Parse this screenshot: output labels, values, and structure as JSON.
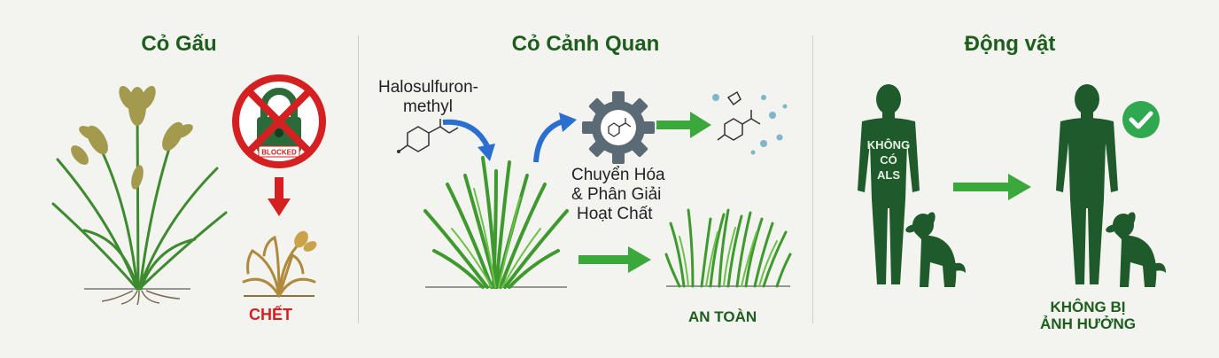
{
  "panels": {
    "weed": {
      "title": "Cỏ Gấu",
      "blocked_label": "BLOCKED",
      "result_label": "CHẾT"
    },
    "turf": {
      "title": "Cỏ Cảnh Quan",
      "chemical_line1": "Halosulfuron-",
      "chemical_line2": "methyl",
      "process_line1": "Chuyển Hóa",
      "process_line2": "& Phân Giải",
      "process_line3": "Hoạt Chất",
      "result_label": "AN TOÀN"
    },
    "animal": {
      "title": "Động vật",
      "body_line1": "KHÔNG",
      "body_line2": "CÓ",
      "body_line3": "ALS",
      "result_line1": "KHÔNG BỊ",
      "result_line2": "ẢNH HƯỞNG"
    }
  },
  "colors": {
    "title_green": "#1d5e1d",
    "danger_red": "#d42020",
    "arrow_green": "#3aa83a",
    "arrow_blue": "#2a6fd0",
    "silhouette": "#1f5a2a",
    "gear": "#5a6b76",
    "check": "#2fa84f"
  },
  "icons": [
    "no-entry-lock-icon",
    "down-arrow-icon",
    "gear-icon",
    "molecule-icon",
    "arrow-right-icon",
    "check-circle-icon",
    "person-icon",
    "dog-icon",
    "grass-icon"
  ]
}
